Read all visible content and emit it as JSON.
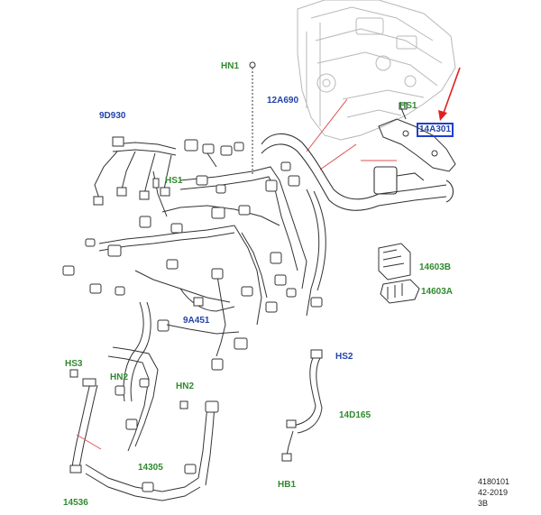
{
  "colors": {
    "green_label": "#2f8a2f",
    "blue_label": "#2343a8",
    "callout_box": "#1f3fcf",
    "pointer_arrow": "#e02020",
    "leader_lines": "#e05050",
    "wire_outline": "#333333"
  },
  "labels": {
    "hn1": "HN1",
    "l12a690": "12A690",
    "l9d930": "9D930",
    "hs1_top": "HS1",
    "l14a301": "14A301",
    "hs1_left": "HS1",
    "l14603b": "14603B",
    "l14603a": "14603A",
    "l9a451": "9A451",
    "hs3": "HS3",
    "hn2_left": "HN2",
    "hn2_mid": "HN2",
    "hs2": "HS2",
    "l14d165": "14D165",
    "l14305": "14305",
    "l14536": "14536",
    "hb1": "HB1"
  },
  "reference": {
    "line1": "4180101",
    "line2": "42-2019",
    "line3": "3B"
  }
}
